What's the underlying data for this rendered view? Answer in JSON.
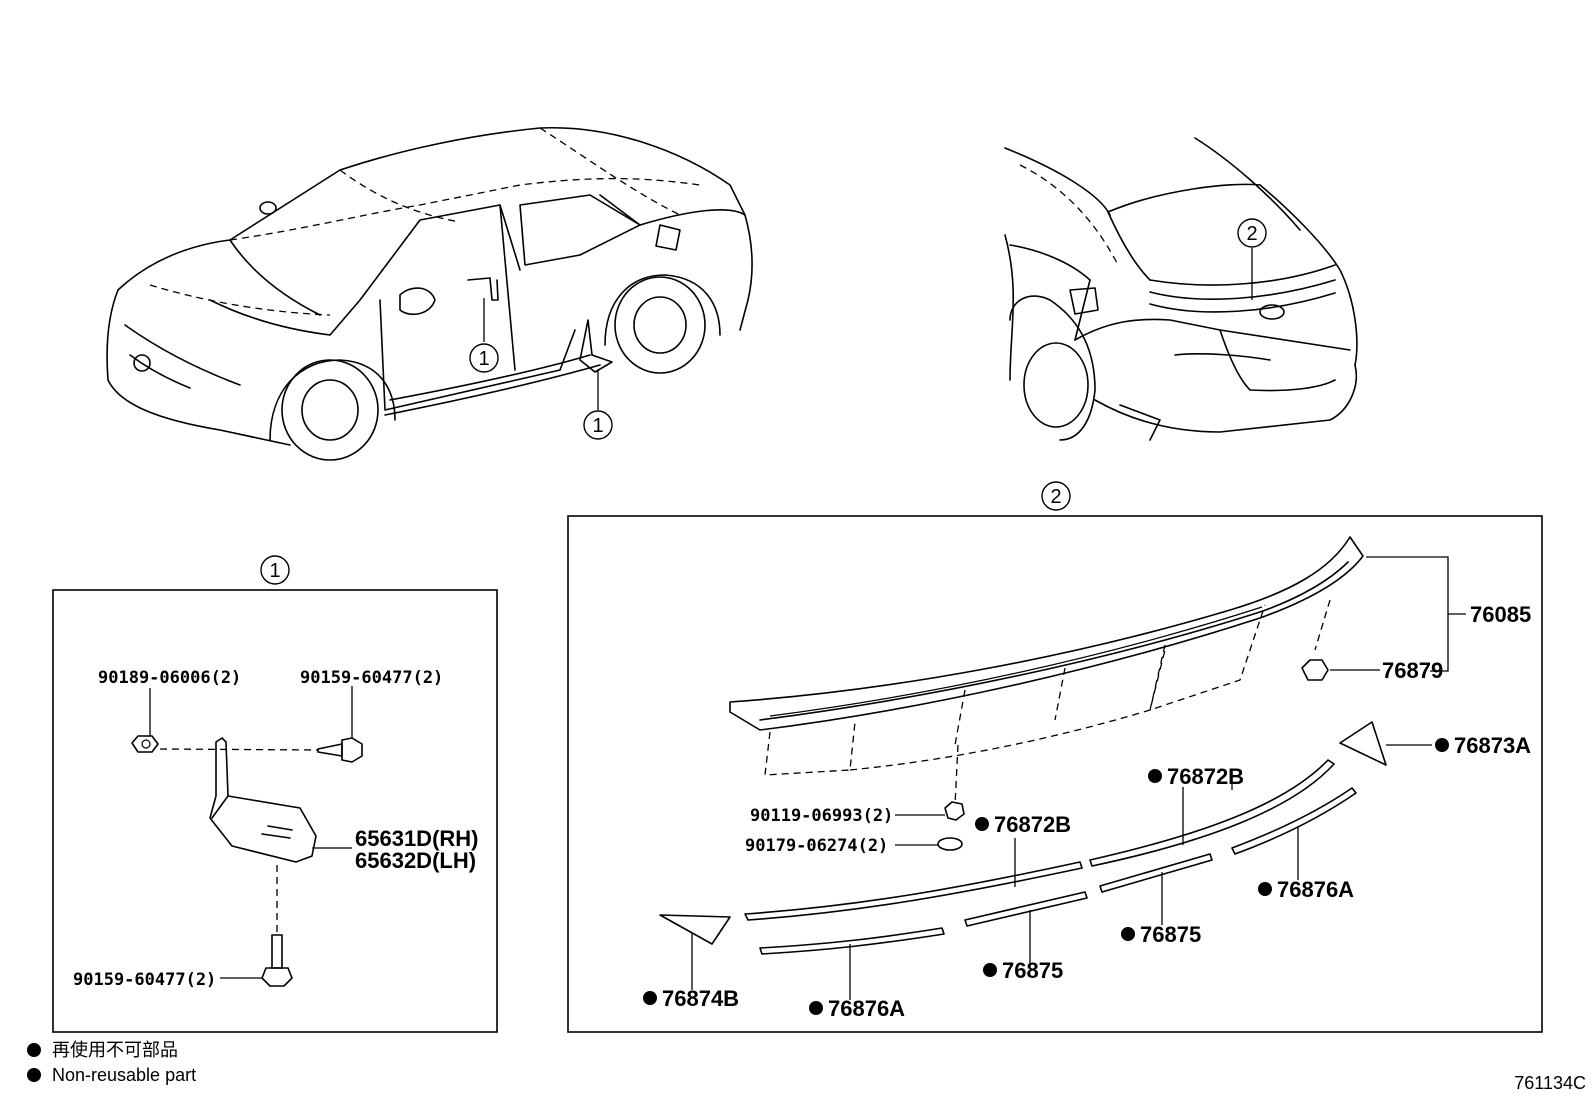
{
  "callouts": {
    "one": "1",
    "two": "2"
  },
  "detail1": {
    "parts": {
      "nut": "90189-06006(2)",
      "screw_top": "90159-60477(2)",
      "rh": "65631D(RH)",
      "lh": "65632D(LH)",
      "screw_bottom": "90159-60477(2)"
    }
  },
  "detail2": {
    "parts": {
      "spoiler": "76085",
      "clip_top": "76879",
      "end_right": "76873A",
      "mold_upper_right": "76872B",
      "mold_upper_left": "76872B",
      "clip_lower": "90119-06993(2)",
      "nut_lower": "90179-06274(2)",
      "strip_right": "76876A",
      "pad_mid_right": "76875",
      "pad_mid_left": "76875",
      "strip_left": "76876A",
      "end_left": "76874B"
    }
  },
  "legend": {
    "line_jp": "再使用不可部品",
    "line_en": "Non-reusable part"
  },
  "figure_code": "761134C"
}
